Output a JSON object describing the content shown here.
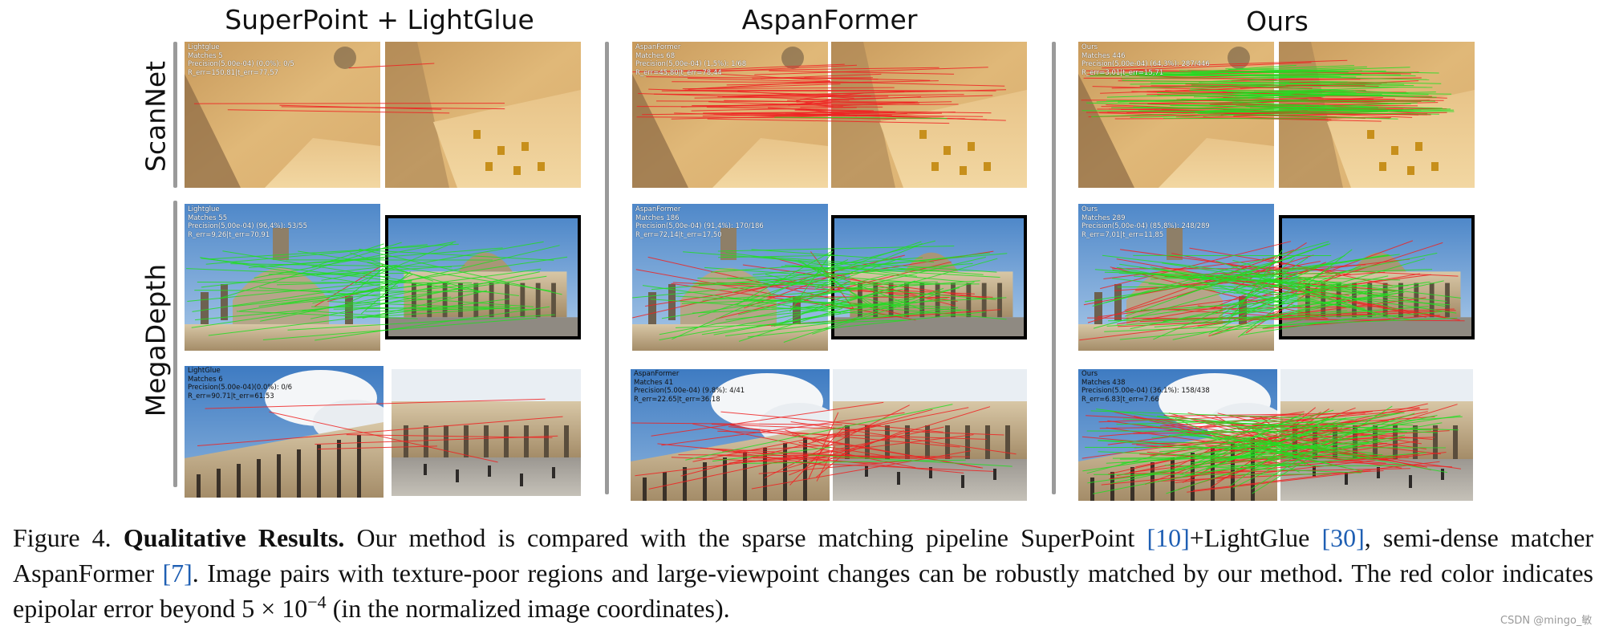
{
  "columns": [
    {
      "title": "SuperPoint + LightGlue"
    },
    {
      "title": "AspanFormer"
    },
    {
      "title": "Ours"
    }
  ],
  "row_labels": {
    "scannet": "ScanNet",
    "megadepth": "MegaDepth"
  },
  "overlays": {
    "scannet": [
      [
        "Lightglue",
        "Matches 5",
        "Precision(5,00e-04) (0,0%): 0/5",
        "R_err=150,81|t_err=77,57"
      ],
      [
        "AspanFormer",
        "Matches 68",
        "Precision(5,00e-04) (1,5%): 1/68",
        "R_err=45,80|t_err=78,44"
      ],
      [
        "Ours",
        "Matches 446",
        "Precision(5,00e-04) (64,3%): 287/446",
        "R_err=3,01|t_err=15,71"
      ]
    ],
    "megadepth1": [
      [
        "Lightglue",
        "Matches 55",
        "Precision(5,00e-04) (96,4%): 53/55",
        "R_err=9,26|t_err=70,91"
      ],
      [
        "AspanFormer",
        "Matches 186",
        "Precision(5,00e-04) (91,4%): 170/186",
        "R_err=72,14|t_err=17,50"
      ],
      [
        "Ours",
        "Matches 289",
        "Precision(5,00e-04) (85,8%): 248/289",
        "R_err=7,01|t_err=11,85"
      ]
    ],
    "megadepth2": [
      [
        "LightGlue",
        "Matches 6",
        "Precision(5.00e-04)(0.0%): 0/6",
        "R_err=90.71|t_err=61.53"
      ],
      [
        "AspanFormer",
        "Matches 41",
        "Precision(5.00e-04) (9.8%): 4/41",
        "R_err=22.65|t_err=36.18"
      ],
      [
        "Ours",
        "Matches 438",
        "Precision(5.00e-04) (36.1%): 158/438",
        "R_err=6.83|t_err=7.66"
      ]
    ]
  },
  "match_counts": {
    "scannet": [
      {
        "green": 0,
        "red": 5
      },
      {
        "green": 1,
        "red": 67
      },
      {
        "green": 287,
        "red": 159
      }
    ],
    "megadepth1": [
      {
        "green": 53,
        "red": 2
      },
      {
        "green": 170,
        "red": 16
      },
      {
        "green": 248,
        "red": 41
      }
    ],
    "megadepth2": [
      {
        "green": 0,
        "red": 6
      },
      {
        "green": 4,
        "red": 37
      },
      {
        "green": 158,
        "red": 280
      }
    ]
  },
  "colors": {
    "correct": "#22dd22",
    "wrong": "#ee2222"
  },
  "caption": {
    "fig_label": "Figure 4.",
    "bold": "Qualitative Results.",
    "part1": "Our method is compared with the sparse matching pipeline SuperPoint ",
    "ref1": "[10]",
    "part2": "+LightGlue ",
    "ref2": "[30]",
    "part3": ", semi-dense matcher AspanFormer ",
    "ref3": "[7]",
    "part4": ". Image pairs with texture-poor regions and large-viewpoint changes can be robustly matched by our method. The red color indicates epipolar error beyond 5 × 10",
    "exp": "−4",
    "part5": " (in the normalized image coordinates)."
  },
  "watermark": "CSDN @mingo_敏"
}
